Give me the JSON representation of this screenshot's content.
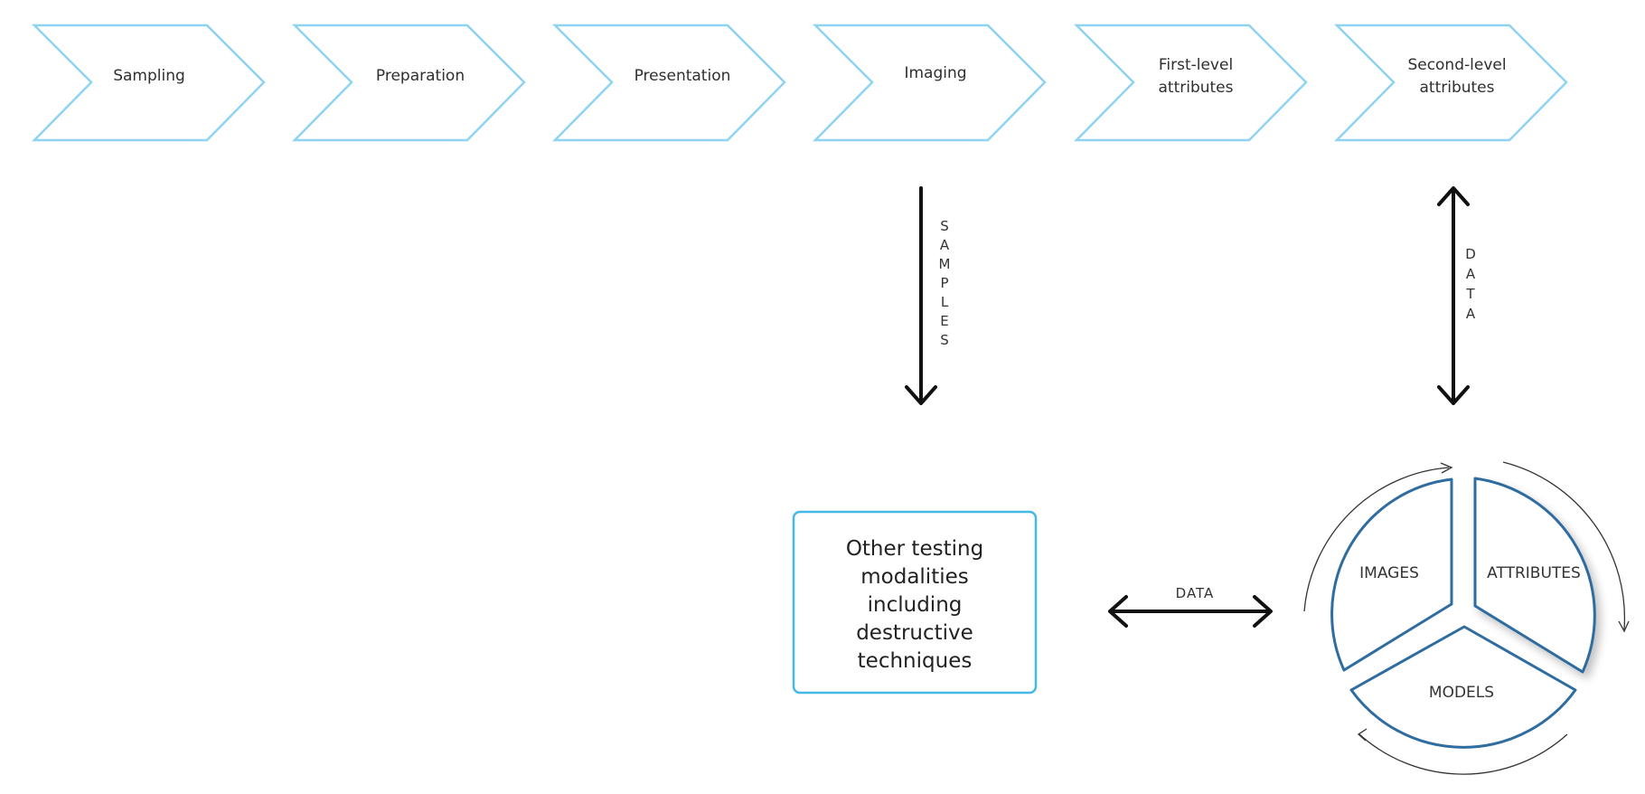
{
  "steps": [
    {
      "lines": [
        "Sampling"
      ]
    },
    {
      "lines": [
        "Preparation"
      ]
    },
    {
      "lines": [
        "Presentation"
      ]
    },
    {
      "lines": [
        "Imaging"
      ]
    },
    {
      "lines": [
        "First-level",
        "attributes"
      ]
    },
    {
      "lines": [
        "Second-level",
        "attributes"
      ]
    }
  ],
  "samples_arrow": {
    "label": "SAMPLES"
  },
  "data_vertical_arrow": {
    "label": "DATA"
  },
  "data_horizontal_arrow": {
    "label": "DATA"
  },
  "testing_box": {
    "lines": [
      "Other testing",
      "modalities",
      "including",
      "destructive",
      "techniques"
    ]
  },
  "cycle": {
    "segments": [
      {
        "label": "IMAGES"
      },
      {
        "label": "ATTRIBUTES"
      },
      {
        "label": "MODELS"
      }
    ]
  },
  "colors": {
    "chevron_stroke": "#8fd3f2",
    "box_stroke": "#44b8e6",
    "segment_stroke": "#2f6c9f",
    "arrow": "#111111"
  }
}
